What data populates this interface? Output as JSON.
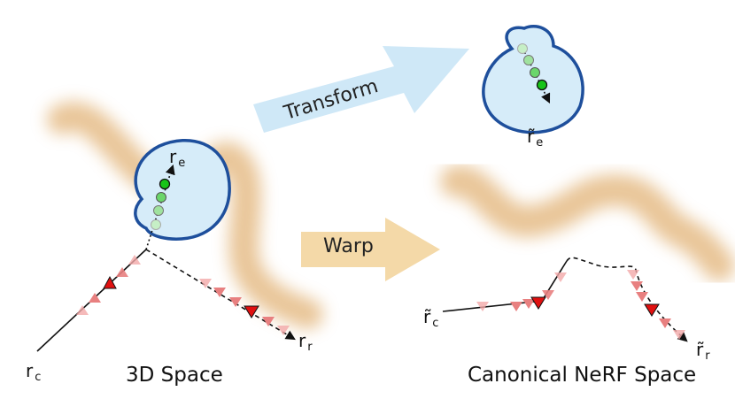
{
  "captions": {
    "left": "3D Space",
    "right": "Canonical NeRF Space"
  },
  "arrows": {
    "transform": "Transform",
    "warp": "Warp"
  },
  "rays": {
    "r_e": {
      "base": "r",
      "sub": "e"
    },
    "r_r": {
      "base": "r",
      "sub": "r"
    },
    "r_c": {
      "base": "r",
      "sub": "c"
    },
    "rt_e": {
      "base": "r̃",
      "sub": "e"
    },
    "rt_c": {
      "base": "r̃",
      "sub": "c"
    },
    "rt_r": {
      "base": "r̃",
      "sub": "r"
    }
  },
  "colors": {
    "tan_cloud": "#e2b377",
    "bubble_fill": "#d6ecf9",
    "bubble_stroke": "#1e4f9c",
    "transform_arrow": "#cfe8f7",
    "warp_arrow": "#f4d9a8",
    "red_sample": "#e01010",
    "green_sample": "#17c417"
  }
}
